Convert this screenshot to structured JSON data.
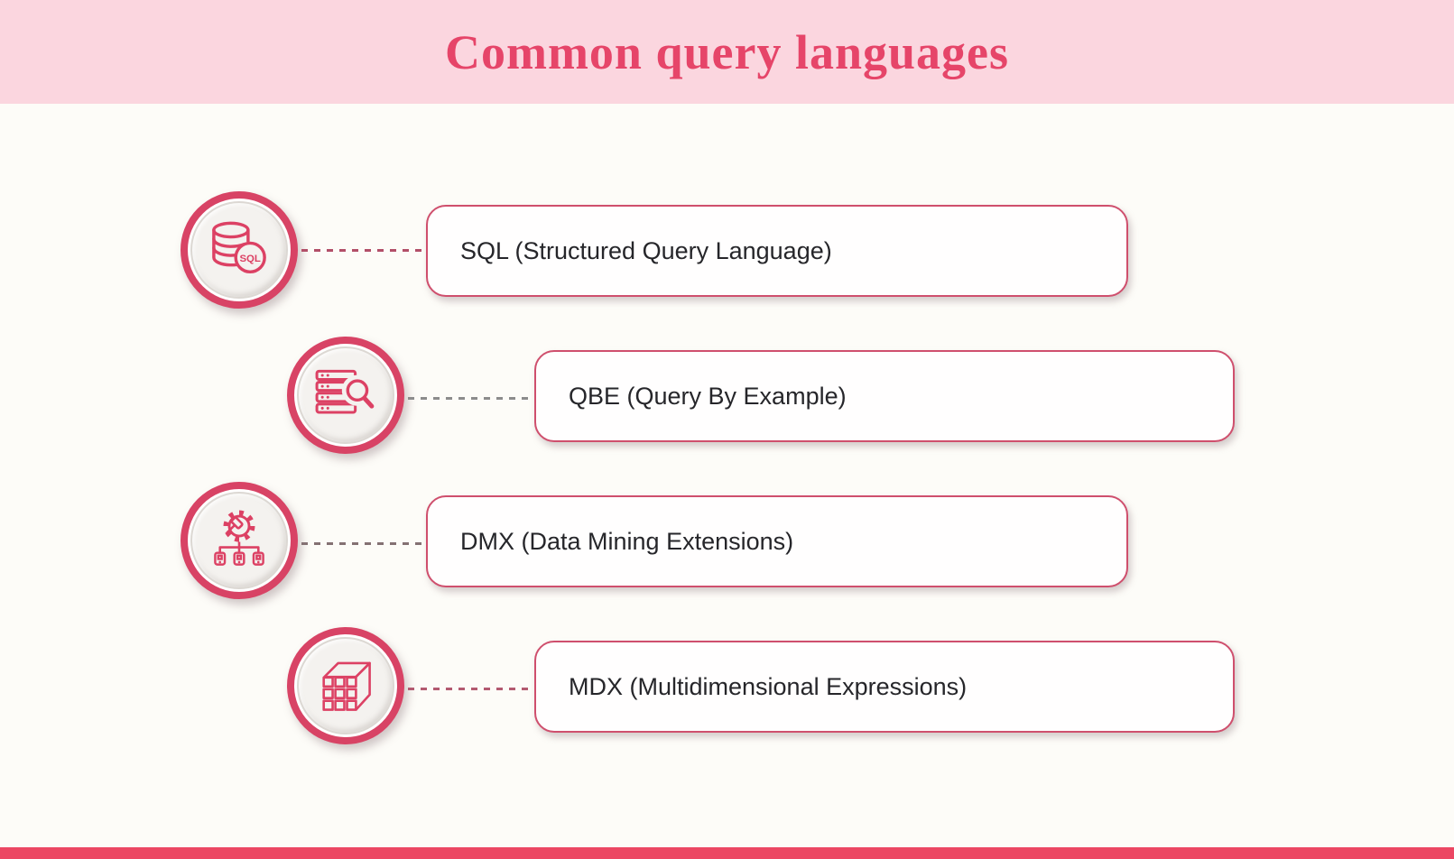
{
  "header": {
    "title": "Common query languages",
    "bg_color": "#fbd6df",
    "title_color": "#e64569"
  },
  "theme": {
    "accent": "#d84365",
    "icon_stroke": "#dc4164",
    "box_border": "#cf4f6d",
    "body_bg": "#fdfcf8",
    "inner_circle_bg": "#f4f2ef",
    "footer_bar_color": "#ec4763",
    "label_color": "#26262a"
  },
  "items": [
    {
      "label": "SQL (Structured Query Language)",
      "icon": "database-sql-icon",
      "badge_text": "SQL",
      "connector_color": "#b24f68"
    },
    {
      "label": "QBE (Query By Example)",
      "icon": "server-magnifier-icon",
      "connector_color": "#8c8c8c"
    },
    {
      "label": "DMX (Data Mining Extensions)",
      "icon": "gear-hammer-mining-icon",
      "connector_color": "#847173"
    },
    {
      "label": "MDX (Multidimensional Expressions)",
      "icon": "cube-grid-icon",
      "connector_color": "#b35a70"
    }
  ]
}
